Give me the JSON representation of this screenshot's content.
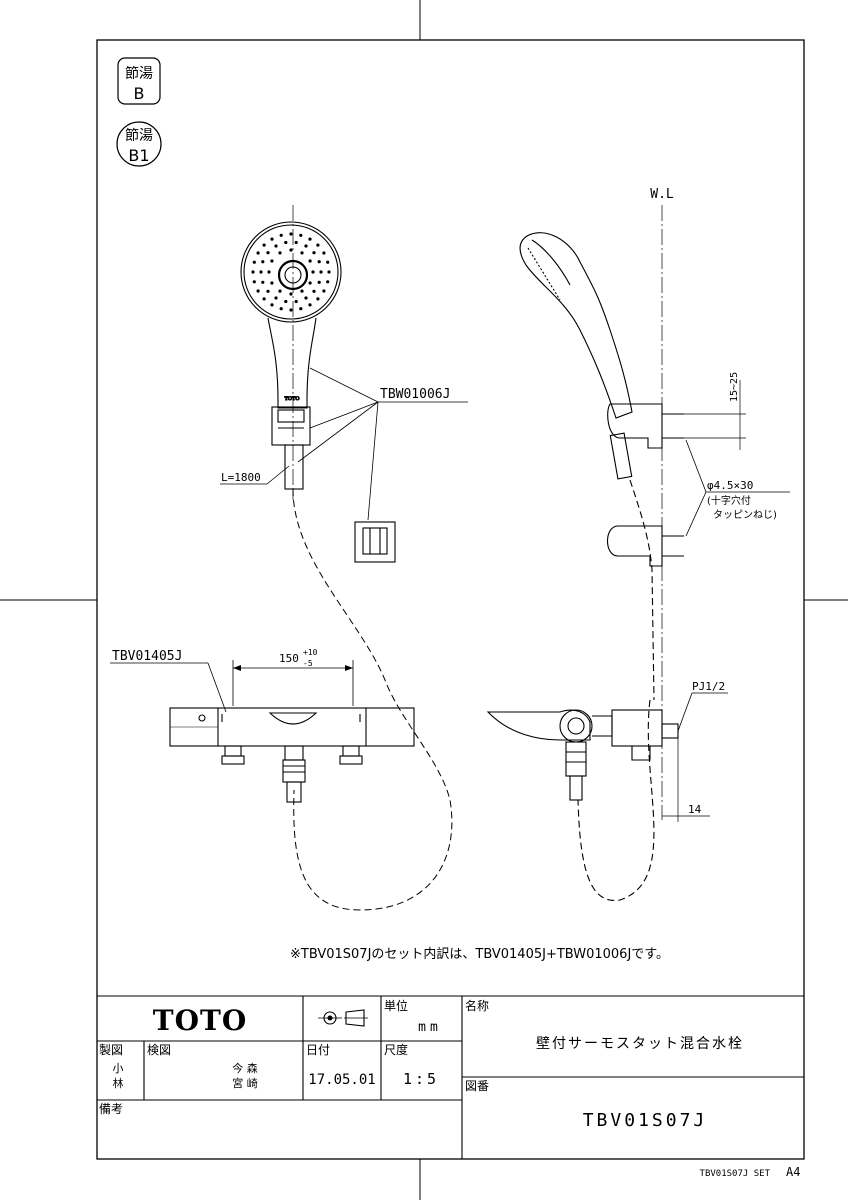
{
  "badges": {
    "b_top": "節湯",
    "b_bottom": "B",
    "b1_top": "節湯",
    "b1_bottom": "B1"
  },
  "front_view": {
    "shower_part": "TBW01006J",
    "hose_length": "L=1800",
    "faucet_part": "TBV01405J",
    "spacing": "150",
    "spacing_tol_plus": "+10",
    "spacing_tol_minus": "-5",
    "head_brand": "TOTO"
  },
  "side_view": {
    "water_level": "W.L",
    "height_range": "15~25",
    "screw_size": "φ4.5×30",
    "screw_note1": "(十字穴付",
    "screw_note2": "タッピンねじ)",
    "pipe_thread": "PJ1/2",
    "offset": "14"
  },
  "set_note": "※TBV01S07Jのセット内訳は、TBV01405J+TBW01006Jです。",
  "title_block": {
    "brand": "TOTO",
    "unit_label": "単位",
    "unit_value": "mm",
    "name_label": "名称",
    "name_value": "壁付サーモスタット混合水栓",
    "made_label": "製図",
    "made_value1": "小",
    "made_value2": "林",
    "checked_label": "検図",
    "checked_value1": "今 森",
    "checked_value2": "宮 崎",
    "date_label": "日付",
    "date_value": "17.05.01",
    "scale_label": "尺度",
    "scale_value": "1:5",
    "drawing_no_label": "図番",
    "drawing_no_value": "TBV01S07J",
    "remarks_label": "備考"
  },
  "footer": {
    "set_code": "TBV01S07J SET",
    "paper_size": "A4"
  }
}
